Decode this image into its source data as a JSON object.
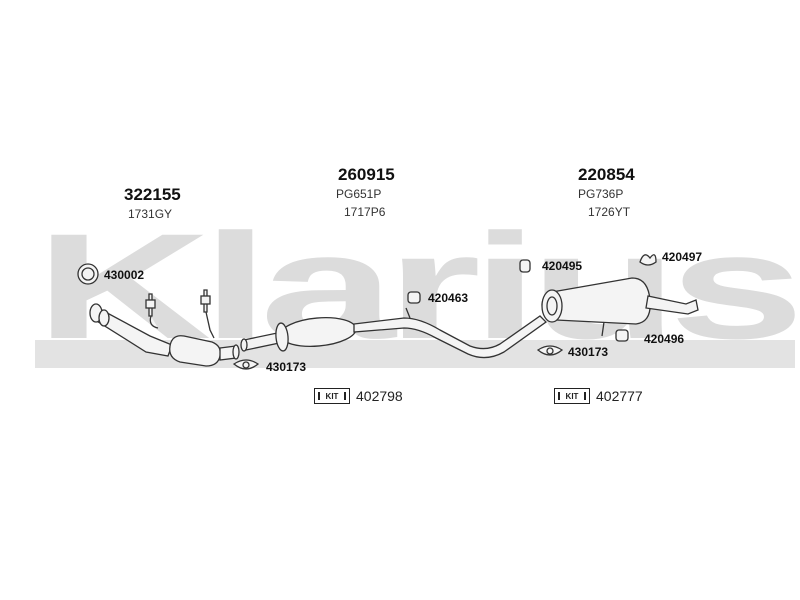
{
  "watermark": "Klarius",
  "assemblies": [
    {
      "part": "322155",
      "ref": "1731GY"
    },
    {
      "part": "260915",
      "ref1": "PG651P",
      "ref2": "1717P6"
    },
    {
      "part": "220854",
      "ref1": "PG736P",
      "ref2": "1726YT"
    }
  ],
  "fittings": {
    "clamp_front": "430002",
    "gasket_1": "430173",
    "mount_mid": "420463",
    "mount_rear_1": "420495",
    "mount_rear_2": "420497",
    "mount_rear_3": "420496",
    "gasket_2": "430173"
  },
  "kits": [
    {
      "label": "KIT",
      "number": "402798"
    },
    {
      "label": "KIT",
      "number": "402777"
    }
  ],
  "colors": {
    "watermark": "#d9d9d9",
    "line": "#333333"
  }
}
